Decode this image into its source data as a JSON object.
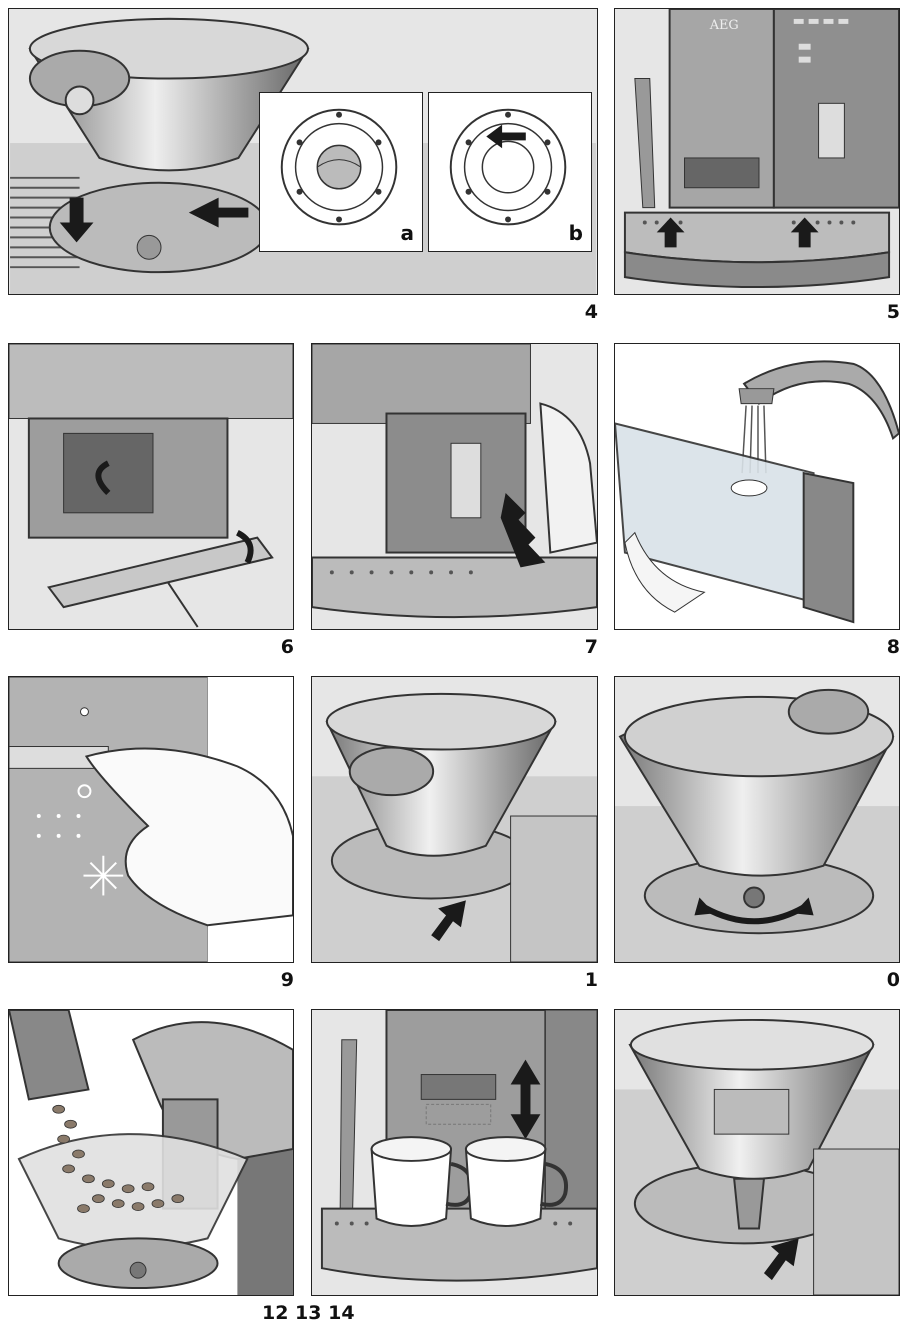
{
  "figures": [
    {
      "id": "fig4",
      "label": "4"
    },
    {
      "id": "fig5",
      "label": "5"
    },
    {
      "id": "fig6",
      "label": "6"
    },
    {
      "id": "fig7",
      "label": "7"
    },
    {
      "id": "fig8",
      "label": "8"
    },
    {
      "id": "fig9",
      "label": "9"
    },
    {
      "id": "fig10",
      "label": "1"
    },
    {
      "id": "fig11",
      "label": "0"
    },
    {
      "id": "fig12",
      "label": "12 13 14"
    }
  ],
  "insets": {
    "a": "a",
    "b": "b"
  },
  "brand_logo": "AEG",
  "colors": {
    "panel_bg": "#e6e6e6",
    "steel": "#9a9a9a",
    "dark": "#333333",
    "arrow": "#1a1a1a"
  }
}
